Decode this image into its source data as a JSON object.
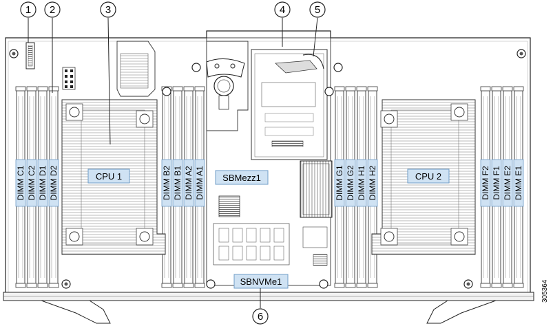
{
  "callouts": [
    "1",
    "2",
    "3",
    "4",
    "5",
    "6"
  ],
  "labels": {
    "cpu1": "CPU 1",
    "cpu2": "CPU 2",
    "sbmezz": "SBMezz1",
    "sbnvme": "SBNVMe1"
  },
  "dimms_left": [
    "DIMM C1",
    "DIMM C2",
    "DIMM D1",
    "DIMM D2"
  ],
  "dimms_center_left": [
    "DIMM B2",
    "DIMM B1",
    "DIMM A2",
    "DIMM A1"
  ],
  "dimms_center_right": [
    "DIMM G1",
    "DIMM G2",
    "DIMM H1",
    "DIMM H2"
  ],
  "dimms_right": [
    "DIMM F2",
    "DIMM F1",
    "DIMM E2",
    "DIMM E1"
  ],
  "figure_id": "305364",
  "colors": {
    "label_fill": "#cfe2f3",
    "label_stroke": "#6f9cc7",
    "line": "#222222"
  }
}
